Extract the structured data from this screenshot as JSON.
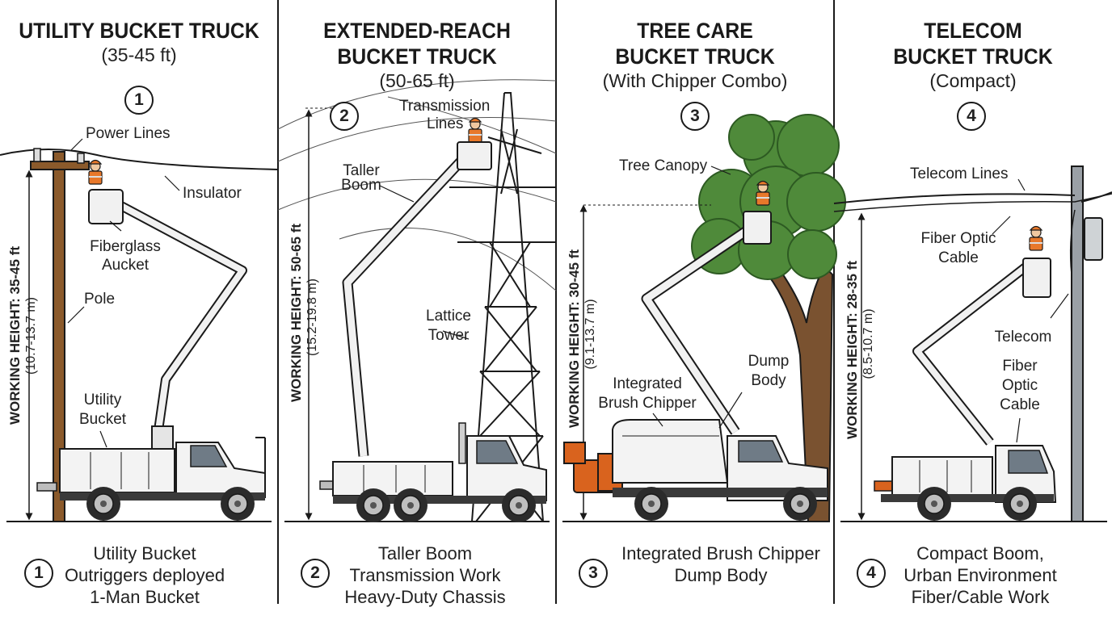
{
  "panels": [
    {
      "title_lines": [
        "UTILITY BUCKET TRUCK"
      ],
      "range": "(35-45 ft)",
      "number": "1",
      "height_label": "WORKING HEIGHT: 35-45 ft",
      "height_metric": "(10.7-13.7 m)",
      "labels": {
        "power_lines": "Power Lines",
        "insulator": "Insulator",
        "fiberglass": "Fiberglass",
        "aucket": "Aucket",
        "pole": "Pole",
        "utility": "Utility",
        "bucket": "Bucket"
      },
      "caption": [
        "Utility Bucket",
        "Outriggers deployed",
        "1-Man Bucket"
      ]
    },
    {
      "title_lines": [
        "EXTENDED-REACH",
        "BUCKET TRUCK"
      ],
      "range": "(50-65 ft)",
      "number": "2",
      "height_label": "WORKING HEIGHT:  50-65 ft",
      "height_metric": "(15.2-19.8 m)",
      "labels": {
        "transmission": "Transmission",
        "lines": "Lines",
        "taller": "Taller",
        "boom": "Boom",
        "lattice": "Lattice",
        "tower": "Tower"
      },
      "caption": [
        "Taller Boom",
        "Transmission Work",
        "Heavy-Duty Chassis"
      ]
    },
    {
      "title_lines": [
        "TREE CARE",
        "BUCKET TRUCK"
      ],
      "range": "(With Chipper Combo)",
      "number": "3",
      "height_label": "WORKING HEIGHT: 30-45 ft",
      "height_metric": "(9.1-13.7 m)",
      "labels": {
        "tree_canopy": "Tree Canopy",
        "integrated": "Integrated",
        "brush_chipper": "Brush Chipper",
        "dump": "Dump",
        "body": "Body"
      },
      "caption": [
        "Integrated Brush Chipper",
        "Dump Body"
      ]
    },
    {
      "title_lines": [
        "TELECOM",
        "BUCKET TRUCK"
      ],
      "range": "(Compact)",
      "number": "4",
      "height_label": "WORKING HEIGHT: 28-35 ft",
      "height_metric": "(8.5-10.7 m)",
      "labels": {
        "telecom_lines": "Telecom Lines",
        "fiber_optic": "Fiber Optic",
        "cable": "Cable",
        "telecom": "Telecom",
        "fiber": "Fiber",
        "optic": "Optic",
        "cable2": "Cable"
      },
      "caption": [
        "Compact Boom,",
        "Urban Environment",
        "Fiber/Cable Work"
      ]
    }
  ],
  "colors": {
    "outline": "#1a1a1a",
    "truck_body": "#f3f3f3",
    "pole_wood": "#8b5a2b",
    "tree_green": "#4f8a3a",
    "trunk": "#7a5230",
    "chipper_orange": "#d9631e",
    "worker_vest": "#e8782a",
    "steel": "#9aa0a6"
  }
}
